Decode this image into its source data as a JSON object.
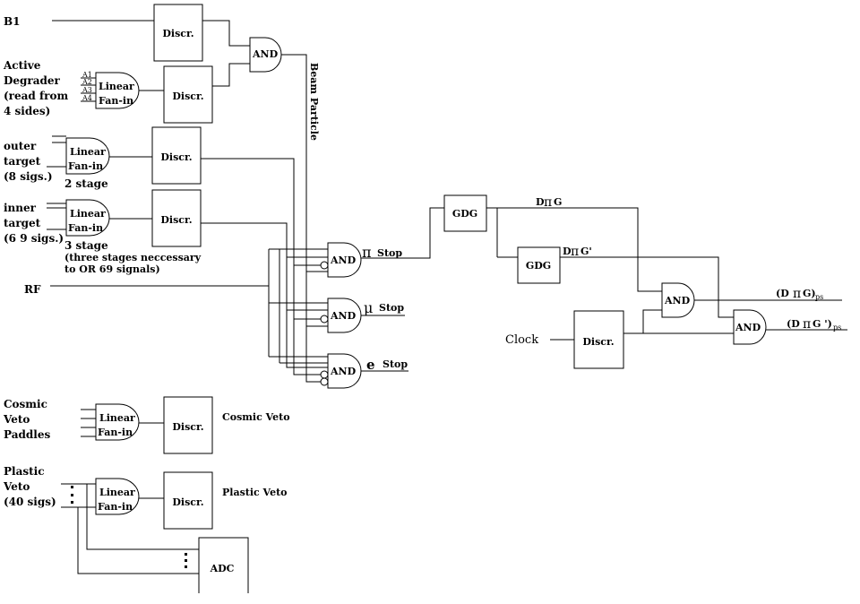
{
  "inputs": {
    "b1": "B1",
    "degrader": [
      "Active",
      "Degrader",
      "(read from",
      "4 sides)"
    ],
    "degrader_channels": [
      "A1",
      "A2",
      "A3",
      "A4"
    ],
    "outer": [
      "outer",
      "target",
      "(8 sigs.)"
    ],
    "outer_stage": "2 stage",
    "inner": [
      "inner",
      "target",
      "(6 9 sigs.)"
    ],
    "inner_stage": "3 stage",
    "inner_note": [
      "(three stages neccessary",
      "to OR 69 signals)"
    ],
    "rf": "RF",
    "cosmic": [
      "Cosmic",
      "Veto",
      "Paddles"
    ],
    "plastic": [
      "Plastic",
      "Veto",
      "(40 sigs)"
    ],
    "clock": "Clock"
  },
  "blocks": {
    "discr": "Discr.",
    "and": "AND",
    "gdg": "GDG",
    "adc": "ADC",
    "fanin": [
      "Linear",
      "Fan-in"
    ]
  },
  "signals": {
    "beam_particle": "Beam Particle",
    "pi_symbol": "π",
    "mu_symbol": "μ",
    "e_symbol": "e",
    "stop": "Stop",
    "cosmic_veto": "Cosmic Veto",
    "plastic_veto": "Plastic Veto",
    "dpig_d": "D",
    "dpig_g": "G",
    "dpig_prime": "G'",
    "out1_open": "(D",
    "out1_close": "G)",
    "out2_open": "(D",
    "out2_close": "G ')",
    "ps": "ps"
  }
}
